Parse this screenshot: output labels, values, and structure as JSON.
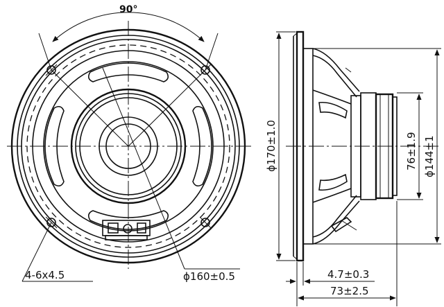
{
  "annotations": {
    "angle": "90°",
    "mount_holes": "4-6x4.5",
    "bolt_circle": "ϕ160±0.5",
    "outer_diameter": "ϕ170±1.0",
    "magnet_diameter": "76±1.9",
    "cutout_diameter": "ϕ144±1",
    "flange_thickness": "4.7±0.3",
    "total_depth": "73±2.5"
  }
}
